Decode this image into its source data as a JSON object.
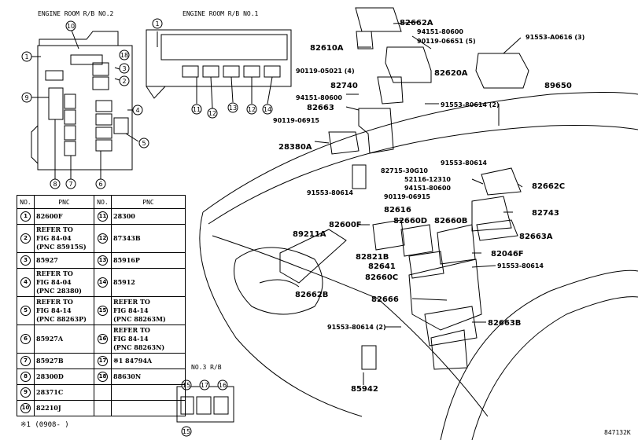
{
  "headers": {
    "rb2": "ENGINE ROOM R/B NO.2",
    "rb1": "ENGINE ROOM R/B NO.1",
    "rb3": "NO.3 R/B"
  },
  "table": {
    "col_no": "NO.",
    "col_pnc": "PNC",
    "rows": [
      {
        "l_no": "1",
        "l_pnc": "82600F",
        "r_no": "11",
        "r_pnc": "28300"
      },
      {
        "l_no": "2",
        "l_pnc": "REFER TO\nFIG 84-04\n(PNC 85915S)",
        "r_no": "12",
        "r_pnc": "87343B"
      },
      {
        "l_no": "3",
        "l_pnc": "85927",
        "r_no": "13",
        "r_pnc": "85916P"
      },
      {
        "l_no": "4",
        "l_pnc": "REFER TO\nFIG 84-04\n(PNC 28380)",
        "r_no": "14",
        "r_pnc": "85912"
      },
      {
        "l_no": "5",
        "l_pnc": "REFER TO\nFIG 84-14\n(PNC 88263P)",
        "r_no": "15",
        "r_pnc": "REFER TO\nFIG 84-14\n(PNC 88263M)"
      },
      {
        "l_no": "6",
        "l_pnc": "85927A",
        "r_no": "16",
        "r_pnc": "REFER TO\nFIG 84-14\n(PNC 88263N)"
      },
      {
        "l_no": "7",
        "l_pnc": "85927B",
        "r_no": "17",
        "r_pnc": "※1 84794A"
      },
      {
        "l_no": "8",
        "l_pnc": "28300D",
        "r_no": "18",
        "r_pnc": "88630N"
      },
      {
        "l_no": "9",
        "l_pnc": "28371C",
        "r_no": "",
        "r_pnc": ""
      },
      {
        "l_no": "10",
        "l_pnc": "82210J",
        "r_no": "",
        "r_pnc": ""
      }
    ]
  },
  "footnote": "※1 (0908-      )",
  "diagram_code": "847132K",
  "callouts": {
    "c1": "1",
    "c2": "2",
    "c3": "3",
    "c4": "4",
    "c5": "5",
    "c6": "6",
    "c7": "7",
    "c8": "8",
    "c9": "9",
    "c10": "10",
    "c11": "11",
    "c12": "12",
    "c13": "13",
    "c14": "14",
    "c15": "15",
    "c16": "16",
    "c17": "17",
    "c18": "18"
  },
  "part_labels": {
    "p1": "82662A",
    "p2": "94151-80600",
    "p3": "90119-06651 (5)",
    "p4": "91553-A0616 (3)",
    "p5": "82610A",
    "p6": "90119-05021 (4)",
    "p7": "82620A",
    "p8": "82740",
    "p9": "94151-80600",
    "p10": "89650",
    "p11": "82663",
    "p12": "91553-80614 (2)",
    "p13": "90119-06915",
    "p14": "28380A",
    "p15": "82715-30G10",
    "p16": "91553-80614",
    "p17": "52116-12310",
    "p18": "94151-80600",
    "p19": "82662C",
    "p20": "91553-80614",
    "p21": "90119-06915",
    "p22": "82616",
    "p23": "82743",
    "p24": "82600F",
    "p25": "82660D",
    "p26": "82660B",
    "p27": "89211A",
    "p28": "82663A",
    "p29": "82821B",
    "p30": "82641",
    "p31": "82046F",
    "p32": "91553-80614",
    "p33": "82660C",
    "p34": "82662B",
    "p35": "82666",
    "p36": "91553-80614 (2)",
    "p37": "82663B",
    "p38": "85942"
  }
}
